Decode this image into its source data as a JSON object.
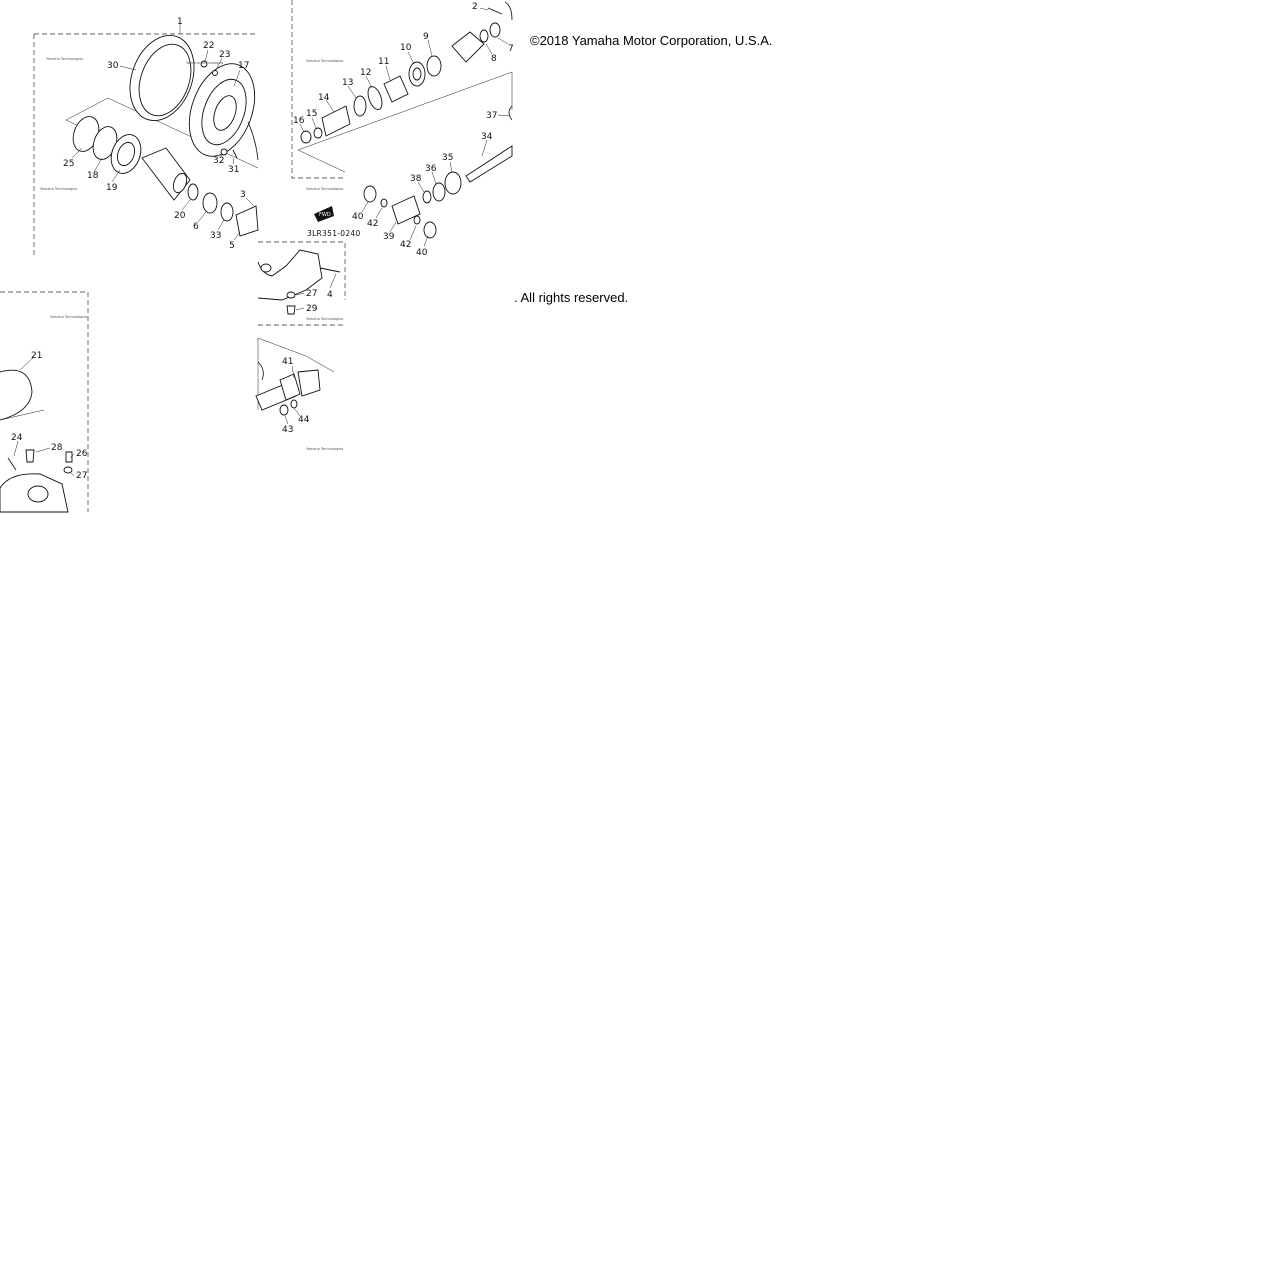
{
  "copyright": {
    "line1": "©2018 Yamaha Motor Corporation, U.S.A.",
    "line2": ". All rights reserved."
  },
  "diagram": {
    "code": "3LR351-0240",
    "fwd_label": "FWD",
    "watermark": "Yamaha Technologies",
    "callouts": [
      "1",
      "2",
      "3",
      "4",
      "5",
      "6",
      "7",
      "8",
      "9",
      "10",
      "11",
      "12",
      "13",
      "14",
      "15",
      "16",
      "17",
      "18",
      "19",
      "20",
      "21",
      "22",
      "23",
      "24",
      "25",
      "26",
      "27",
      "28",
      "29",
      "30",
      "31",
      "32",
      "33",
      "34",
      "35",
      "36",
      "37",
      "38",
      "39",
      "40",
      "41",
      "42",
      "43",
      "44"
    ]
  }
}
